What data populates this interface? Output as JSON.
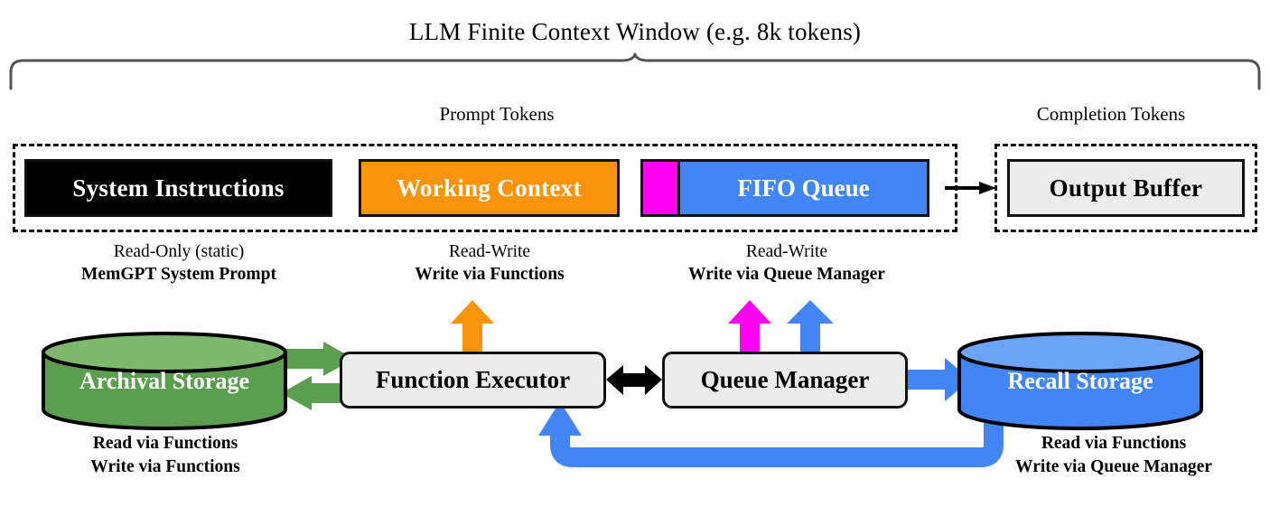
{
  "diagram": {
    "title": "LLM Finite Context Window (e.g. 8k tokens)",
    "sections": {
      "prompt_caption": "Prompt Tokens",
      "completion_caption": "Completion Tokens"
    },
    "context_blocks": [
      {
        "id": "system-instructions",
        "label": "System Instructions",
        "fill": "#000000",
        "text_color": "#FFFFFF"
      },
      {
        "id": "working-context",
        "label": "Working Context",
        "fill": "#F8930C",
        "text_color": "#FFFFFF"
      },
      {
        "id": "fifo-queue",
        "label": "FIFO Queue",
        "fill": "#4285F4",
        "text_color": "#FFFFFF",
        "accent_fill": "#FF00F0"
      },
      {
        "id": "output-buffer",
        "label": "Output Buffer",
        "fill": "#ECECEC",
        "text_color": "#000000"
      }
    ],
    "annotations": [
      {
        "id": "system-instructions",
        "line1": "Read-Only (static)",
        "line2": "MemGPT System Prompt"
      },
      {
        "id": "working-context",
        "line1": "Read-Write",
        "line2": "Write via Functions"
      },
      {
        "id": "fifo-queue",
        "line1": "Read-Write",
        "line2": "Write via Queue Manager"
      }
    ],
    "nodes": [
      {
        "id": "archival-storage",
        "label": "Archival Storage",
        "shape": "cylinder",
        "fill": "#5B9E4F"
      },
      {
        "id": "function-executor",
        "label": "Function Executor",
        "shape": "rounded-box",
        "fill": "#ECECEC"
      },
      {
        "id": "queue-manager",
        "label": "Queue Manager",
        "shape": "rounded-box",
        "fill": "#ECECEC"
      },
      {
        "id": "recall-storage",
        "label": "Recall Storage",
        "shape": "cylinder",
        "fill": "#4285F4"
      }
    ],
    "node_annotations": [
      {
        "id": "archival-storage",
        "line1": "Read via Functions",
        "line2": "Write via Functions"
      },
      {
        "id": "recall-storage",
        "line1": "Read via Functions",
        "line2": "Write via Queue Manager"
      }
    ],
    "colors": {
      "green": "#5B9E4F",
      "green_light": "#7CB86E",
      "blue": "#4285F4",
      "blue_light": "#6BA3F7",
      "orange": "#F8930C",
      "magenta": "#FF00F0",
      "black": "#000000",
      "gray_box": "#ECECEC",
      "brace": "#555555"
    }
  }
}
